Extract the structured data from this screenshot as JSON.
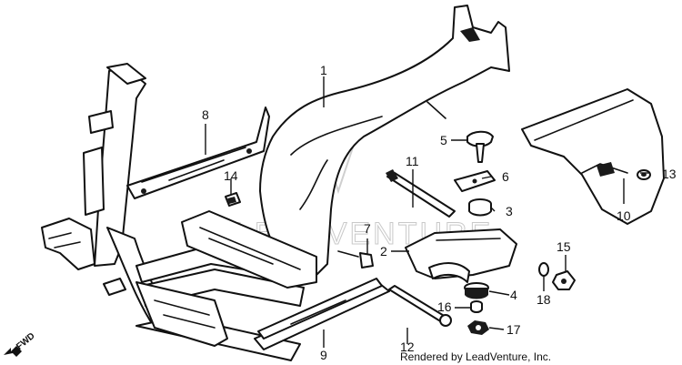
{
  "watermark": "LEADVENTURE",
  "credit": "Rendered by LeadVenture, Inc.",
  "direction_label": "FWD",
  "parts": [
    {
      "id": "1"
    },
    {
      "id": "2"
    },
    {
      "id": "3"
    },
    {
      "id": "4"
    },
    {
      "id": "5"
    },
    {
      "id": "6"
    },
    {
      "id": "7"
    },
    {
      "id": "8"
    },
    {
      "id": "9"
    },
    {
      "id": "10"
    },
    {
      "id": "11"
    },
    {
      "id": "12"
    },
    {
      "id": "13"
    },
    {
      "id": "14"
    },
    {
      "id": "15"
    },
    {
      "id": "16"
    },
    {
      "id": "17"
    },
    {
      "id": "18"
    }
  ]
}
